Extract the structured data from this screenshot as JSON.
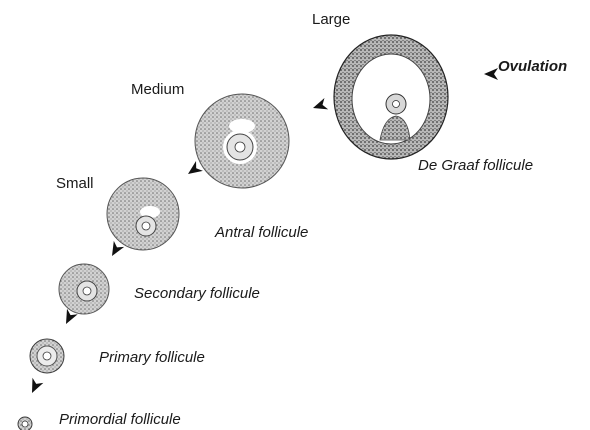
{
  "size_labels": {
    "small": "Small",
    "medium": "Medium",
    "large": "Large"
  },
  "stage_labels": {
    "primordial": "Primordial follicule",
    "primary": "Primary follicule",
    "secondary": "Secondary follicule",
    "antral": "Antral follicule",
    "de_graaf": "De Graaf follicule"
  },
  "ovulation_label": "Ovulation",
  "colors": {
    "cell_fill": "#c9c9c9",
    "outline": "#3a3a3a",
    "arrow": "#111111"
  }
}
